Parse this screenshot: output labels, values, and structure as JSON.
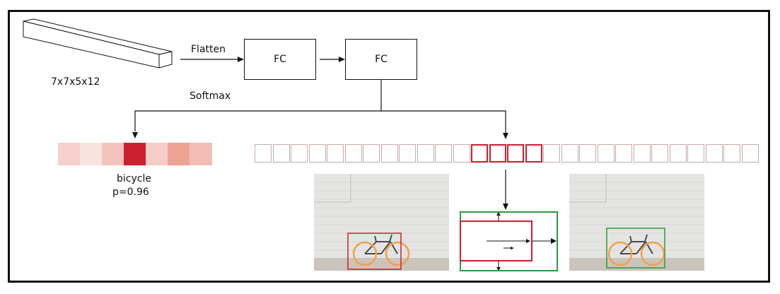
{
  "labels": {
    "tensor_shape": "7x7x5x12",
    "flatten": "Flatten",
    "fc_1": "FC",
    "fc_2": "FC",
    "softmax": "Softmax",
    "class_name": "bicycle",
    "class_prob": "p=0.96"
  },
  "class_probabilities": {
    "cell_colors": [
      "#f6d0cc",
      "#f9e3df",
      "#f3c4be",
      "#cc1f2f",
      "#f5ccc6",
      "#eda393",
      "#f2bdb4"
    ],
    "highlighted_index": 3
  },
  "anchor_strip": {
    "cell_count": 28,
    "highlighted_indices": [
      12,
      13,
      14,
      15
    ],
    "border_color": "#c9a9a9",
    "highlight_color": "#cc1f2f"
  },
  "colors": {
    "line": "#111111",
    "anchor_box": "#cc1f2f",
    "refined_box": "#2e9a3a",
    "wheel": "#f4a04a",
    "frame": "#ffffff"
  }
}
